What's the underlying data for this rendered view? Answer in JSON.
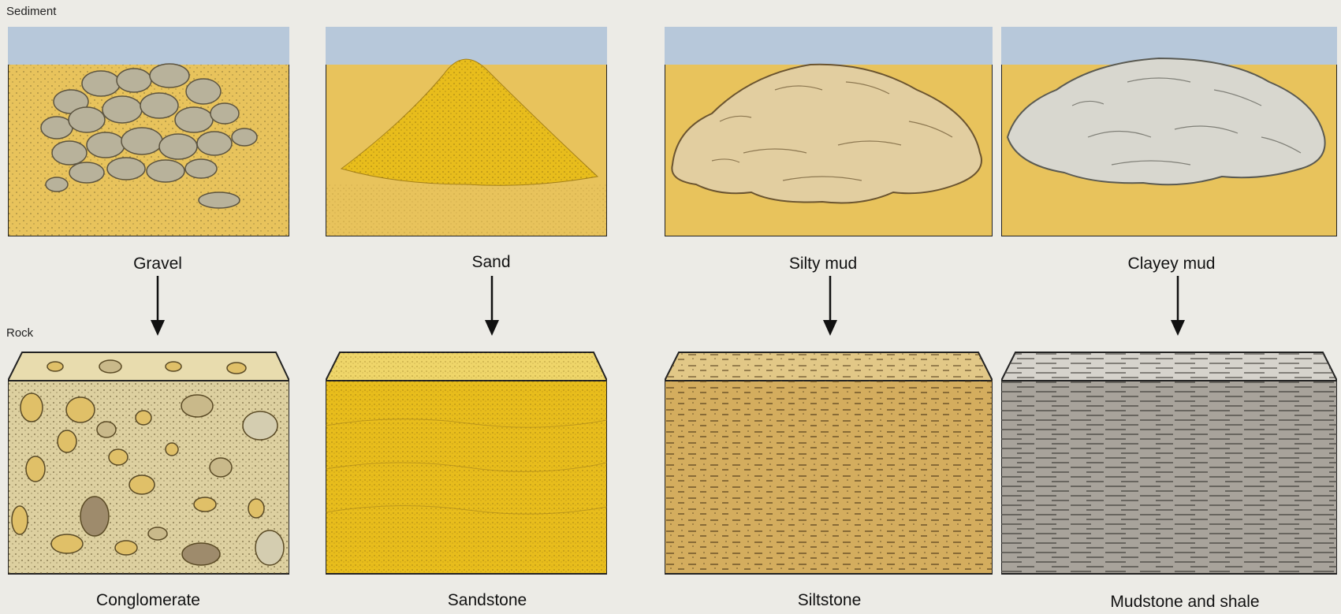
{
  "section_labels": {
    "sediment": "Sediment",
    "rock": "Rock"
  },
  "columns": [
    {
      "sediment": "Gravel",
      "rock": "Conglomerate"
    },
    {
      "sediment": "Sand",
      "rock": "Sandstone"
    },
    {
      "sediment": "Silty mud",
      "rock": "Siltstone"
    },
    {
      "sediment": "Clayey mud",
      "rock": "Mudstone and shale"
    }
  ],
  "colors": {
    "sky": "#b7c8da",
    "ground": "#e8c35c",
    "sand": "#e8bd1c",
    "silt": "#d4ad5e",
    "clay": "#a8a39b"
  }
}
